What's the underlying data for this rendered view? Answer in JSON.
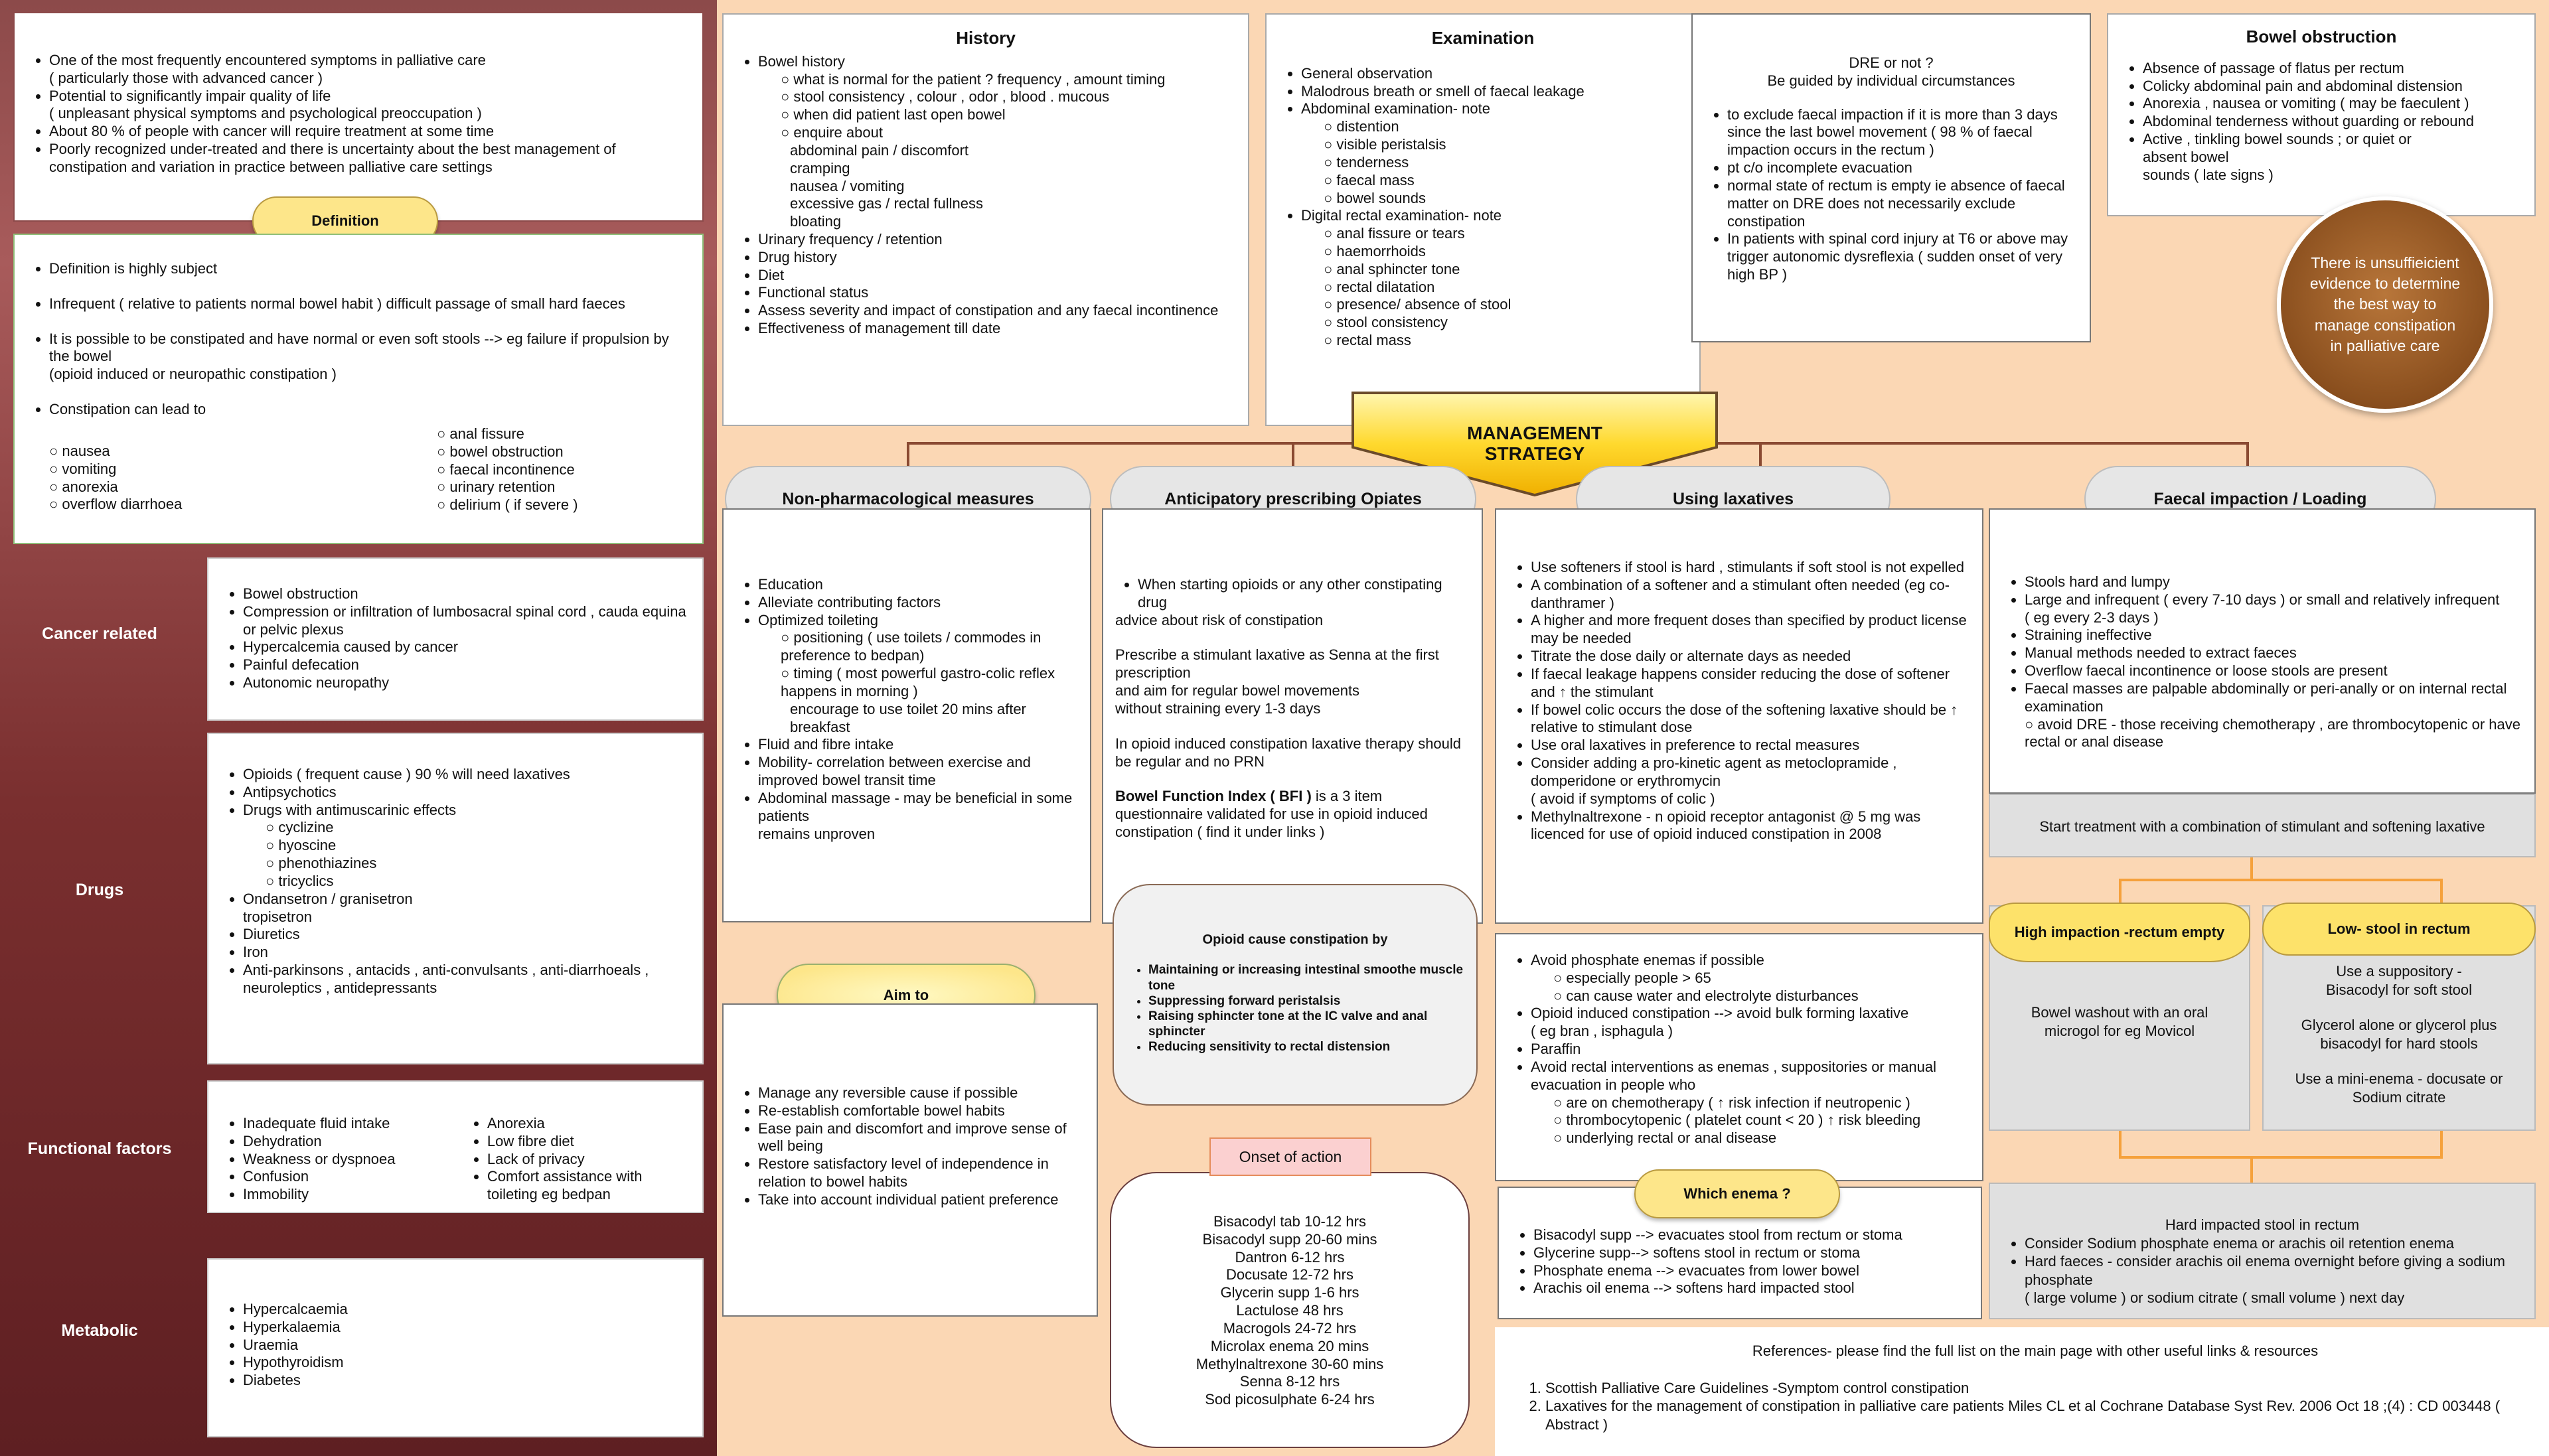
{
  "intro": [
    "One of the most frequently encountered symptoms in palliative care",
    "( particularly those with advanced cancer )",
    "Potential to significantly impair quality of life",
    "( unpleasant physical symptoms and psychological preoccupation )",
    "About 80 % of people with cancer will require treatment at some time",
    "Poorly recognized under-treated and there is uncertainty about the best management of constipation and variation in practice between palliative care settings"
  ],
  "definition": {
    "label": "Definition",
    "items": [
      "Definition is highly subject",
      "Infrequent ( relative to patients normal bowel habit ) difficult passage of small hard faeces",
      "It is possible to be constipated and have normal or even soft stools --> eg failure if propulsion by the bowel",
      "(opioid induced or neuropathic constipation )",
      "Constipation can lead to"
    ],
    "leads_left": [
      "nausea",
      "vomiting",
      "anorexia",
      "overflow diarrhoea"
    ],
    "leads_right": [
      "anal fissure",
      "bowel obstruction",
      "faecal incontinence",
      "urinary retention",
      "delirium ( if severe )"
    ]
  },
  "cancer": {
    "label": "Cancer related",
    "items": [
      "Bowel obstruction",
      "Compression or infiltration of lumbosacral spinal cord , cauda equina or pelvic plexus",
      "Hypercalcemia caused by cancer",
      "Painful defecation",
      "Autonomic neuropathy"
    ]
  },
  "drugs": {
    "label": "Drugs",
    "items": [
      "Opioids ( frequent cause ) 90 % will need laxatives",
      "Antipsychotics",
      "Drugs with antimuscarinic effects"
    ],
    "sub": [
      "cyclizine",
      "hyoscine",
      "phenothiazines",
      "tricyclics"
    ],
    "items2": [
      "Ondansetron / granisetron tropisetron",
      "Diuretics",
      "Iron",
      "Anti-parkinsons , antacids , anti-convulsants , anti-diarrhoeals , neuroleptics , antidepressants"
    ]
  },
  "functional": {
    "label": "Functional factors",
    "left": [
      "Inadequate fluid intake",
      "Dehydration",
      "Weakness or dyspnoea",
      "Confusion",
      "Immobility"
    ],
    "right": [
      "Anorexia",
      "Low fibre diet",
      "Lack of privacy",
      "Comfort assistance with toileting eg bedpan"
    ]
  },
  "metabolic": {
    "label": "Metabolic",
    "items": [
      "Hypercalcaemia",
      "Hyperkalaemia",
      "Uraemia",
      "Hypothyroidism",
      "Diabetes"
    ]
  },
  "history": {
    "title": "History",
    "l1": "Bowel history",
    "s1": [
      "what is normal for the patient ? frequency , amount timing",
      "stool consistency , colour , odor , blood . mucous",
      "when did patient last open bowel",
      "enquire about"
    ],
    "s1b": [
      "abdominal pain / discomfort",
      "cramping",
      "nausea / vomiting",
      "excessive gas / rectal fullness",
      "bloating"
    ],
    "items": [
      "Urinary frequency / retention",
      "Drug history",
      "Diet",
      "Functional status",
      "Assess severity and impact of constipation and any faecal incontinence",
      "Effectiveness of management till date"
    ]
  },
  "exam": {
    "title": "Examination",
    "items": [
      "General observation",
      "Malodrous breath or smell of faecal leakage",
      "Abdominal examination- note"
    ],
    "s1": [
      "distention",
      "visible peristalsis",
      "tenderness",
      "faecal mass",
      "bowel sounds"
    ],
    "item2": "Digital rectal examination- note",
    "s2": [
      "anal fissure or tears",
      "haemorrhoids",
      "anal sphincter tone",
      "rectal dilatation",
      "presence/ absence of stool",
      "stool consistency",
      "rectal mass"
    ]
  },
  "dre": {
    "t1": "DRE or not ?",
    "t2": "Be guided by individual circumstances",
    "items": [
      "to exclude faecal impaction if it is more than 3 days since the last bowel movement ( 98 % of faecal impaction occurs in the rectum )",
      "pt c/o incomplete evacuation",
      "normal state of rectum is empty ie absence of faecal matter on DRE does not necessarily exclude constipation",
      "In patients with spinal cord injury at T6 or above may trigger autonomic dysreflexia ( sudden onset of very high BP )"
    ]
  },
  "obstruction": {
    "title": "Bowel obstruction",
    "items": [
      "Absence of passage of flatus per rectum",
      "Colicky abdominal pain and abdominal distension",
      "Anorexia , nausea or vomiting ( may be faeculent )",
      "Abdominal tenderness without guarding or rebound",
      "Active , tinkling bowel sounds ; or quiet or absent bowel"
    ],
    "tail": "sounds ( late signs )"
  },
  "evidence": "There is unsuffieicient evidence to determine the best way to manage constipation in palliative care",
  "management": {
    "l1": "MANAGEMENT",
    "l2": "STRATEGY"
  },
  "nonpharm": {
    "title": "Non-pharmacological measures",
    "items": [
      "Education",
      "Alleviate contributing factors",
      "Optimized toileting"
    ],
    "s1": [
      "positioning ( use toilets / commodes in preference to bedpan)",
      "timing ( most powerful gastro-colic reflex happens in morning )"
    ],
    "s1tail": "encourage to use toilet 20 mins after breakfast",
    "items2": [
      "Fluid and fibre intake",
      "Mobility- correlation between exercise and improved bowel transit time",
      "Abdominal massage - may be beneficial in some patients"
    ],
    "tail": "remains unproven"
  },
  "aim": {
    "label": "Aim to",
    "items": [
      "Manage any reversible cause if possible",
      "Re-establish comfortable bowel habits",
      "Ease pain and discomfort and improve sense of well being",
      "Restore satisfactory level of independence in relation to bowel habits",
      "Take into account individual patient preference"
    ]
  },
  "opiates": {
    "title": "Anticipatory prescribing Opiates",
    "b1": "When starting opioids or any other constipating drug",
    "b1b": "advice about risk of constipation",
    "p1": "Prescribe a stimulant laxative as Senna at the first prescription",
    "p2": "and aim for regular bowel movements",
    "p3": "without straining every 1-3 days",
    "p4": "In opioid induced constipation laxative therapy should be regular and no PRN",
    "bfi_bold": "Bowel Function Index ( BFI )",
    "bfi_rest": " is a 3 item questionnaire validated for use in opioid induced constipation ( find it under links )"
  },
  "opioid_cause": {
    "title": "Opioid cause constipation by",
    "items": [
      "Maintaining or increasing intestinal smoothe muscle tone",
      "Suppressing forward peristalsis",
      "Raising sphincter tone at the IC valve and anal sphincter",
      "Reducing sensitivity to rectal distension"
    ]
  },
  "onset": {
    "label": "Onset of action",
    "items": [
      "Bisacodyl tab 10-12 hrs",
      "Bisacodyl supp 20-60 mins",
      "Dantron 6-12 hrs",
      "Docusate 12-72 hrs",
      "Glycerin supp 1-6 hrs",
      "Lactulose 48 hrs",
      "Macrogols 24-72 hrs",
      "Microlax enema 20 mins",
      "Methylnaltrexone 30-60 mins",
      "Senna 8-12 hrs",
      "Sod picosulphate 6-24 hrs"
    ]
  },
  "laxatives": {
    "title": "Using laxatives",
    "items": [
      "Use softeners if stool is hard , stimulants if soft stool is not expelled",
      "A combination of a softener and a stimulant often needed (eg co-danthramer )",
      "A higher and more frequent doses than specified by product license may be needed",
      "Titrate the dose daily or alternate days as needed",
      "If faecal leakage happens consider reducing the dose of softener and ↑ the stimulant",
      "If bowel colic occurs the dose of the softening laxative should be ↑ relative to stimulant dose",
      "Use oral laxatives in preference to rectal measures",
      "Consider adding a pro-kinetic agent as metoclopramide , domperidone or erythromycin"
    ],
    "sub": "( avoid if symptoms of colic )",
    "last": "Methylnaltrexone - n opioid receptor antagonist @ 5 mg was licenced for use of opioid induced constipation in 2008"
  },
  "phosphate": {
    "i1": "Avoid phosphate enemas if possible",
    "s1": [
      "especially people > 65",
      "can cause water and electrolyte disturbances"
    ],
    "i2": "Opioid induced constipation --> avoid bulk forming laxative",
    "i2b": "( eg bran , isphagula )",
    "i3": "Paraffin",
    "i4": "Avoid rectal interventions as enemas , suppositories or manual evacuation in people who",
    "s2": [
      "are on chemotherapy ( ↑ risk infection if neutropenic )",
      "thrombocytopenic ( platelet count < 20 ) ↑ risk bleeding",
      "underlying rectal or anal disease"
    ]
  },
  "enema": {
    "label": "Which enema ?",
    "items": [
      "Bisacodyl supp --> evacuates stool from rectum or stoma",
      "Glycerine supp--> softens stool in rectum or stoma",
      "Phosphate enema --> evacuates from lower bowel",
      "Arachis oil enema --> softens hard impacted stool"
    ]
  },
  "impaction": {
    "title": "Faecal impaction / Loading",
    "items": [
      "Stools hard and lumpy",
      "Large and infrequent ( every 7-10 days ) or small and relatively infrequent"
    ],
    "sub1": "( eg every 2-3 days )",
    "items2": [
      "Straining ineffective",
      "Manual methods needed to extract faeces",
      "Overflow faecal incontinence or loose stools are present",
      "Faecal masses are palpable abdominally or peri-anally or on internal rectal examination"
    ],
    "sub2": "avoid DRE - those receiving chemotherapy , are thrombocytopenic or have rectal or anal disease"
  },
  "start": "Start treatment with a combination of stimulant and softening laxative",
  "high": {
    "label": "High impaction -rectum empty",
    "text": "Bowel washout with an oral microgol for eg Movicol"
  },
  "low": {
    "label": "Low- stool in rectum",
    "t1": "Use a suppository -",
    "t2": "Bisacodyl for soft stool",
    "t3": "Glycerol alone or glycerol plus bisacodyl for hard stools",
    "t4": "Use a mini-enema - docusate or Sodium citrate"
  },
  "hard": {
    "title": "Hard impacted stool in rectum",
    "items": [
      "Consider Sodium phosphate enema or arachis oil retention enema",
      "Hard faeces - consider arachis oil enema overnight before giving a sodium phosphate"
    ],
    "tail": "( large volume ) or sodium citrate ( small volume ) next day"
  },
  "refs": {
    "title": "References- please find the full list on the main page with other useful links & resources",
    "items": [
      "Scottish Palliative Care Guidelines -Symptom control constipation",
      "Laxatives for the management of constipation in palliative care patients Miles CL et al Cochrane Database Syst Rev. 2006 Oct 18 ;(4) : CD 003448 ( Abstract )"
    ]
  }
}
